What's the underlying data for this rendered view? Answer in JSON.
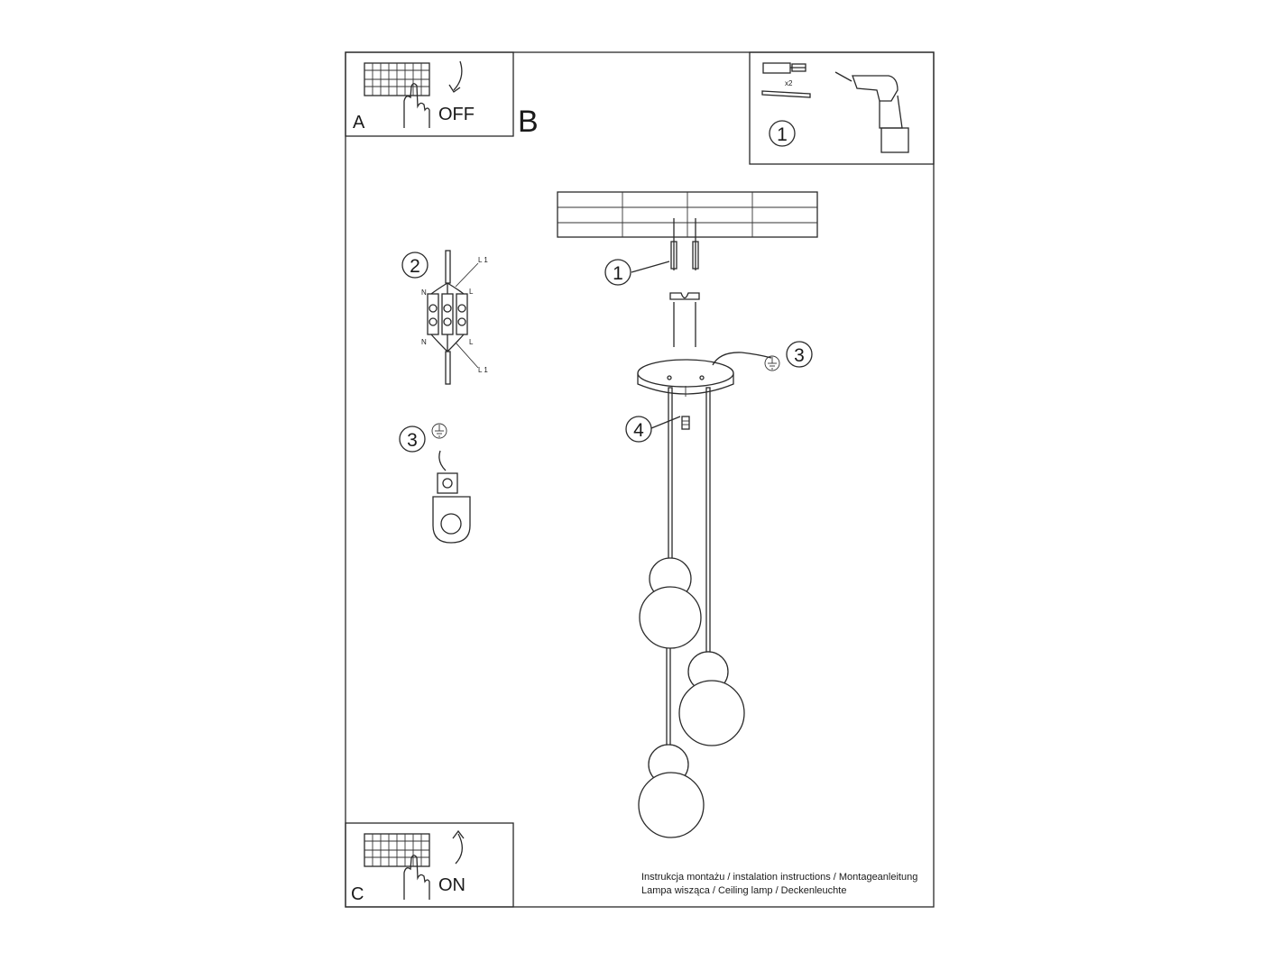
{
  "panels": {
    "a": {
      "letter": "A",
      "action": "OFF"
    },
    "b": {
      "letter": "B"
    },
    "c": {
      "letter": "C",
      "action": "ON"
    }
  },
  "tools": {
    "qty": "x2",
    "step": "1"
  },
  "wiring": {
    "step": "2",
    "labels": {
      "l1_top": "L 1",
      "l_top": "L",
      "n_top": "N",
      "n_bottom": "N",
      "l_bottom": "L",
      "l1_bottom": "L 1"
    }
  },
  "ground": {
    "step": "3"
  },
  "callouts": {
    "c1": "1",
    "c3": "3",
    "c4": "4"
  },
  "footer": {
    "line1": "Instrukcja montażu / instalation instructions / Montageanleitung",
    "line2": "Lampa wisząca / Ceiling lamp / Deckenleuchte"
  }
}
